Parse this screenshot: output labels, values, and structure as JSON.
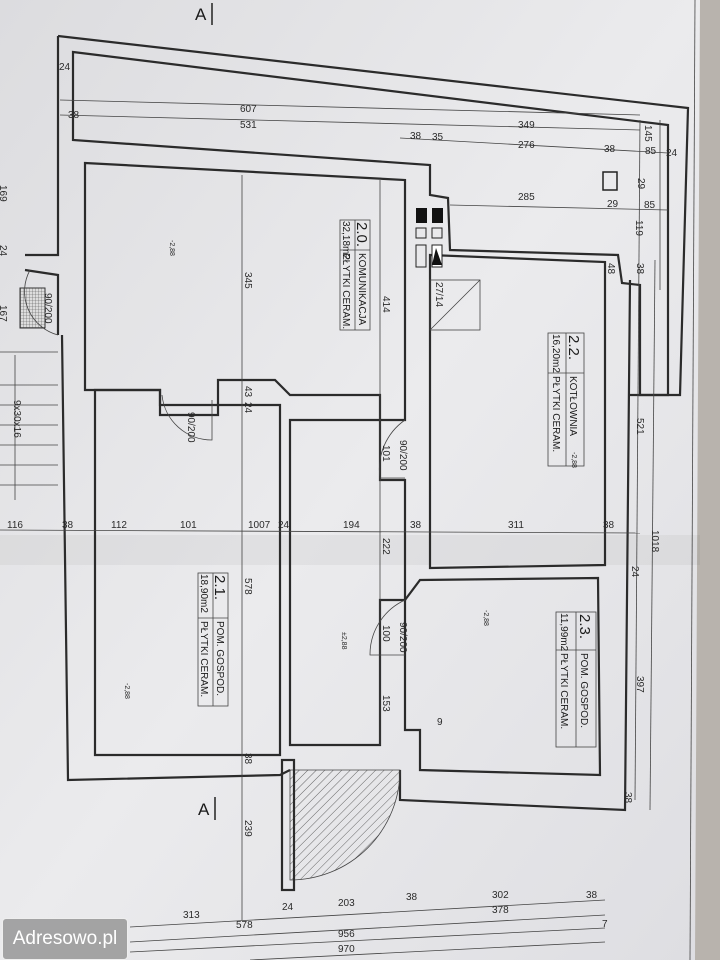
{
  "section_marks": [
    "A",
    "A"
  ],
  "rooms": [
    {
      "number": "2.0.",
      "name": "KOMUNIKACJA",
      "area": "32,18m2",
      "floor": "PŁYTKI CERAM."
    },
    {
      "number": "2.1.",
      "name": "POM. GOSPOD.",
      "area": "18,90m2",
      "floor": "PŁYTKI CERAM."
    },
    {
      "number": "2.2.",
      "name": "KOTŁOWNIA",
      "area": "16,20m2",
      "floor": "PŁYTKI CERAM."
    },
    {
      "number": "2.3.",
      "name": "POM. GOSPOD.",
      "area": "11,99m2",
      "floor": "PŁYTKI CERAM."
    }
  ],
  "doors": [
    "90/200",
    "90/200",
    "90/200",
    "90/200"
  ],
  "levels": [
    "-2,88",
    "-2,88",
    "±2,88",
    "-2,88",
    "-2,88"
  ],
  "vent": "27/14",
  "stairs": "9x30x16",
  "dims": {
    "top": [
      "24",
      "607",
      "38",
      "531",
      "349",
      "38",
      "35",
      "276",
      "38",
      "85",
      "24",
      "145",
      "29",
      "285",
      "29",
      "85",
      "119",
      "48",
      "38",
      "169",
      "24",
      "167"
    ],
    "middle": [
      "345",
      "414",
      "43",
      "24",
      "101",
      "521",
      "116",
      "38",
      "112",
      "101",
      "1007",
      "24",
      "194",
      "38",
      "311",
      "38",
      "1018",
      "222",
      "578",
      "100",
      "153",
      "9",
      "397",
      "24",
      "38",
      "38",
      "239"
    ],
    "bottom": [
      "313",
      "24",
      "203",
      "38",
      "302",
      "38",
      "578",
      "378",
      "7",
      "956",
      "970"
    ]
  },
  "colors": {
    "paper": "#e6e6e8",
    "hatch": "#555555",
    "line": "#2b2b2b"
  },
  "watermark": "Adresowo.pl"
}
